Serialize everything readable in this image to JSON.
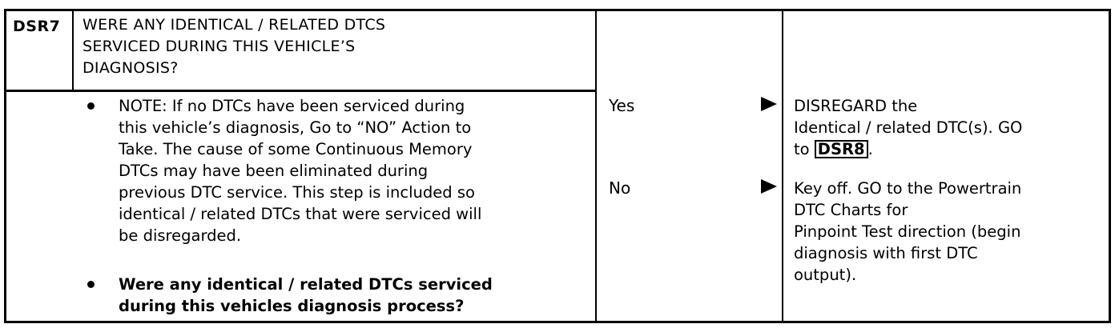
{
  "step": {
    "code": "DSR7",
    "title_lines": [
      "WERE ANY IDENTICAL / RELATED DTCS",
      "SERVICED DURING THIS VEHICLE’S",
      "DIAGNOSIS?"
    ]
  },
  "tests": {
    "note_lines": [
      "NOTE: If no DTCs have been serviced during",
      "this vehicle’s diagnosis, Go to “NO” Action to",
      "Take. The cause of some Continuous Memory",
      "DTCs may have been eliminated during",
      "previous DTC service. This step is included so",
      "identical / related DTCs that were serviced will",
      "be disregarded."
    ],
    "question_lines": [
      "Were any identical / related DTCs serviced",
      "during this vehicles diagnosis process?"
    ]
  },
  "results": {
    "yes": "Yes",
    "no": "No"
  },
  "actions": {
    "yes_lines": [
      "DISREGARD the",
      "Identical / related DTC(s). GO"
    ],
    "yes_goto_prefix": "to ",
    "yes_goto_target": "DSR8",
    "yes_goto_suffix": ".",
    "no_lines": [
      "Key off. GO to the Powertrain",
      "DTC Charts  for",
      "Pinpoint Test direction (begin",
      "diagnosis with first DTC",
      "output)."
    ]
  }
}
